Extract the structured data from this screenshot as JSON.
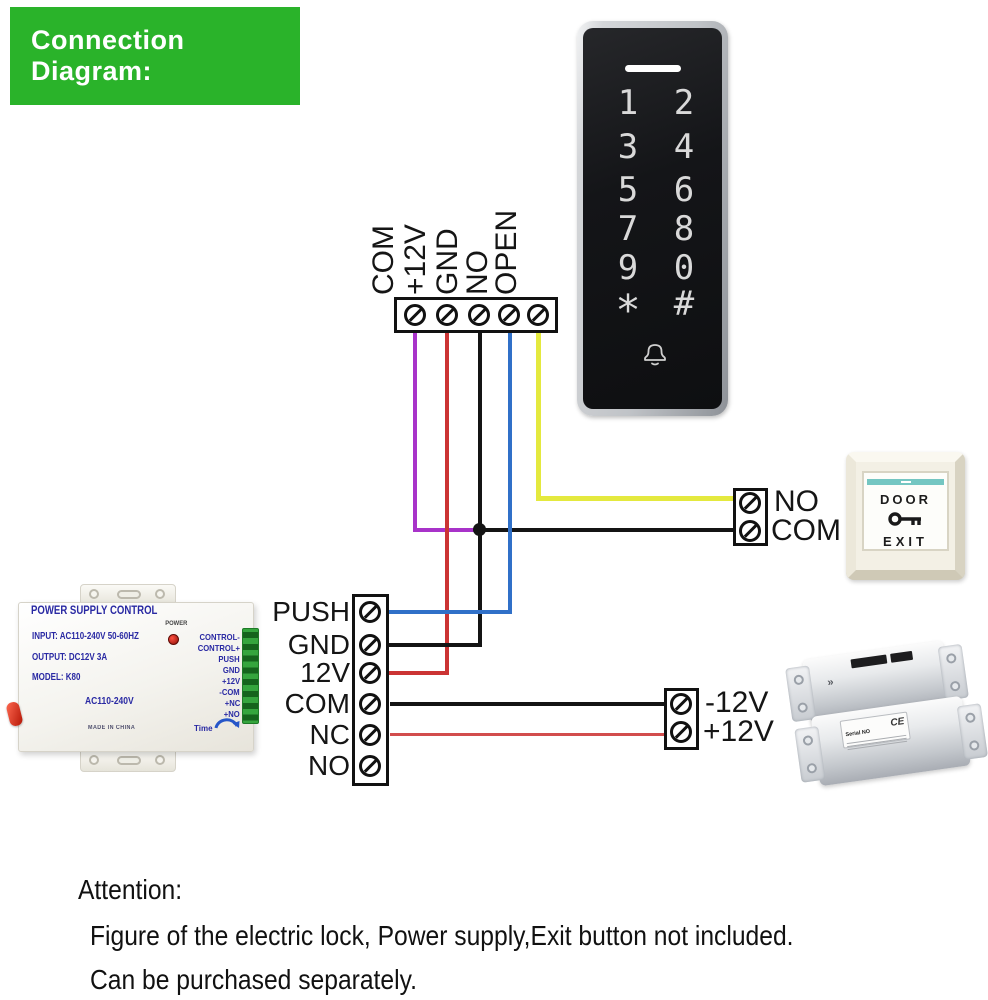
{
  "banner": {
    "text": "Connection Diagram:"
  },
  "keypad": {
    "keys": [
      "1",
      "2",
      "3",
      "4",
      "5",
      "6",
      "7",
      "8",
      "9",
      "0",
      "*",
      "#"
    ]
  },
  "top_terminal_block": {
    "labels": [
      "COM",
      "+12V",
      "GND",
      "NO",
      "OPEN"
    ]
  },
  "controller_terminal_block": {
    "labels": [
      "PUSH",
      "GND",
      "12V",
      "COM",
      "NC",
      "NO"
    ]
  },
  "exit_terminal_block": {
    "labels": [
      "NO",
      "COM"
    ]
  },
  "lock_terminal_block": {
    "labels": [
      "-12V",
      "+12V"
    ]
  },
  "power_supply": {
    "title": "POWER SUPPLY CONTROL",
    "input": "INPUT:  AC110-240V  50-60HZ",
    "output": "OUTPUT:  DC12V   3A",
    "model": "MODEL:   K80",
    "power_led_label": "POWER",
    "ac_label": "AC110-240V",
    "made_in": "MADE IN CHINA",
    "time_label": "Time",
    "terminal_labels": [
      "CONTROL-",
      "CONTROL+",
      "PUSH",
      "GND",
      "+12V",
      "-COM",
      "+NC",
      "+NO"
    ]
  },
  "exit_button": {
    "line1": "DOOR",
    "line2": "EXIT"
  },
  "electric_lock": {
    "sticker_title": "Serial NO",
    "ce_mark": "CE"
  },
  "attention": {
    "heading": "Attention:",
    "line1": "Figure of the electric lock, Power supply,Exit button not included.",
    "line2": "Can be purchased separately."
  },
  "colors": {
    "banner_bg": "#2ab32a",
    "wire_com_purple": "#a833c9",
    "wire_12v_red": "#cb3434",
    "wire_gnd_black": "#141414",
    "wire_no_blue": "#3070c8",
    "wire_open_yellow": "#e4e93e",
    "wire_lock_red": "#d24d4d",
    "exit_stripe_teal": "#74c6c2"
  }
}
